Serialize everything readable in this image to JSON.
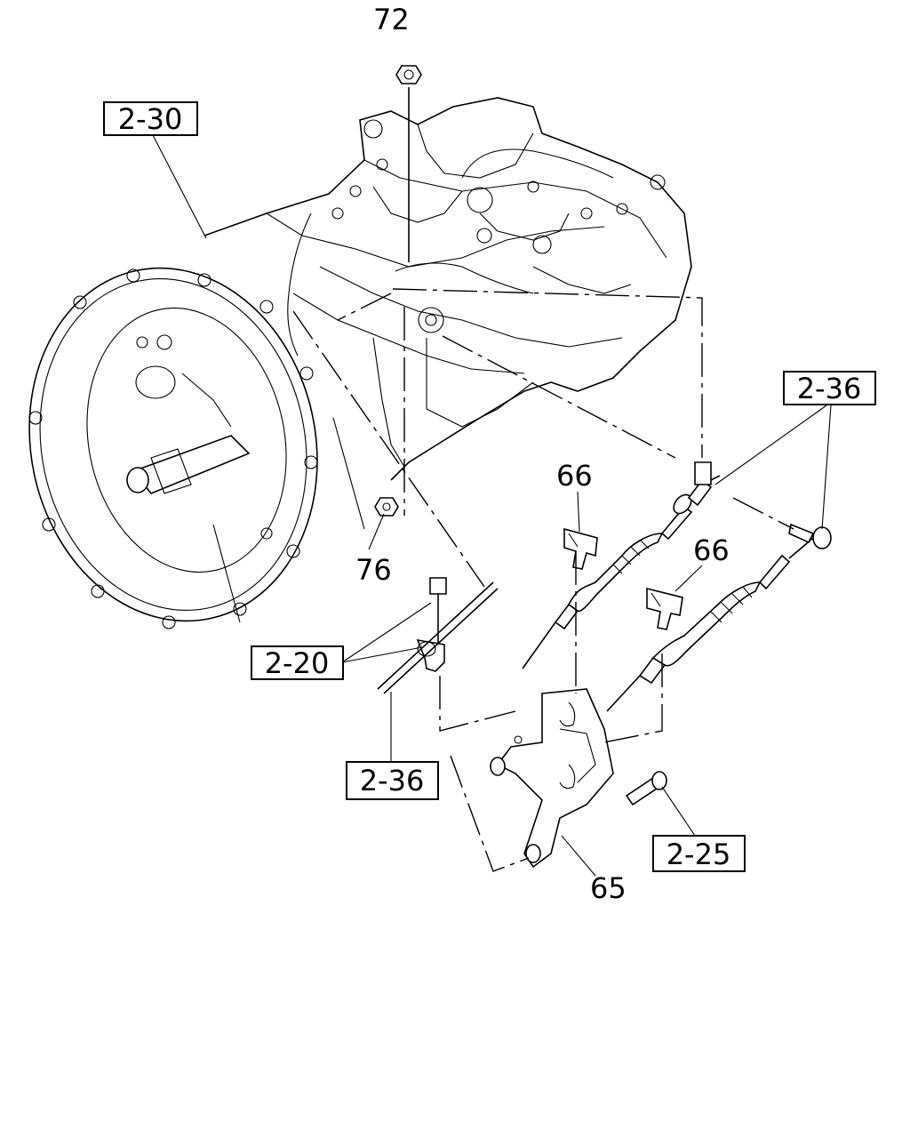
{
  "refs": {
    "r_2_30": "2-30",
    "r_2_36_top": "2-36",
    "r_2_20": "2-20",
    "r_2_36_bottom": "2-36",
    "r_2_25": "2-25"
  },
  "parts": {
    "p72": "72",
    "p76": "76",
    "p66_left": "66",
    "p66_right": "66",
    "p65": "65"
  }
}
